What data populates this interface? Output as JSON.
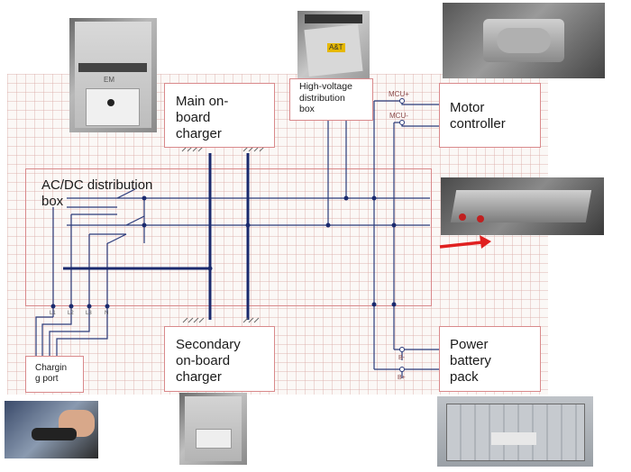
{
  "components": {
    "main_charger": "Main on-\nboard\ncharger",
    "hv_box": "High-voltage\ndistribution\nbox",
    "motor_controller": "Motor\ncontroller",
    "acdc_box": "AC/DC distribution\nbox",
    "charging_port": "Chargin\ng port",
    "secondary_charger": "Secondary\non-board\ncharger",
    "battery_pack": "Power\nbattery\npack"
  },
  "terminals": {
    "mcu_plus": "MCU+",
    "mcu_minus": "MCU-",
    "b_minus": "B-",
    "b_plus": "B+",
    "port_pins": [
      "L1",
      "L2",
      "L3",
      "N"
    ]
  },
  "photo_labels": {
    "hv_box_label": "A&T",
    "main_charger_logo": "EM"
  },
  "colors": {
    "box_border": "#d9898b",
    "wire": "#2a3a7a",
    "bus": "#1a2a6e",
    "arrow": "#e02020"
  }
}
